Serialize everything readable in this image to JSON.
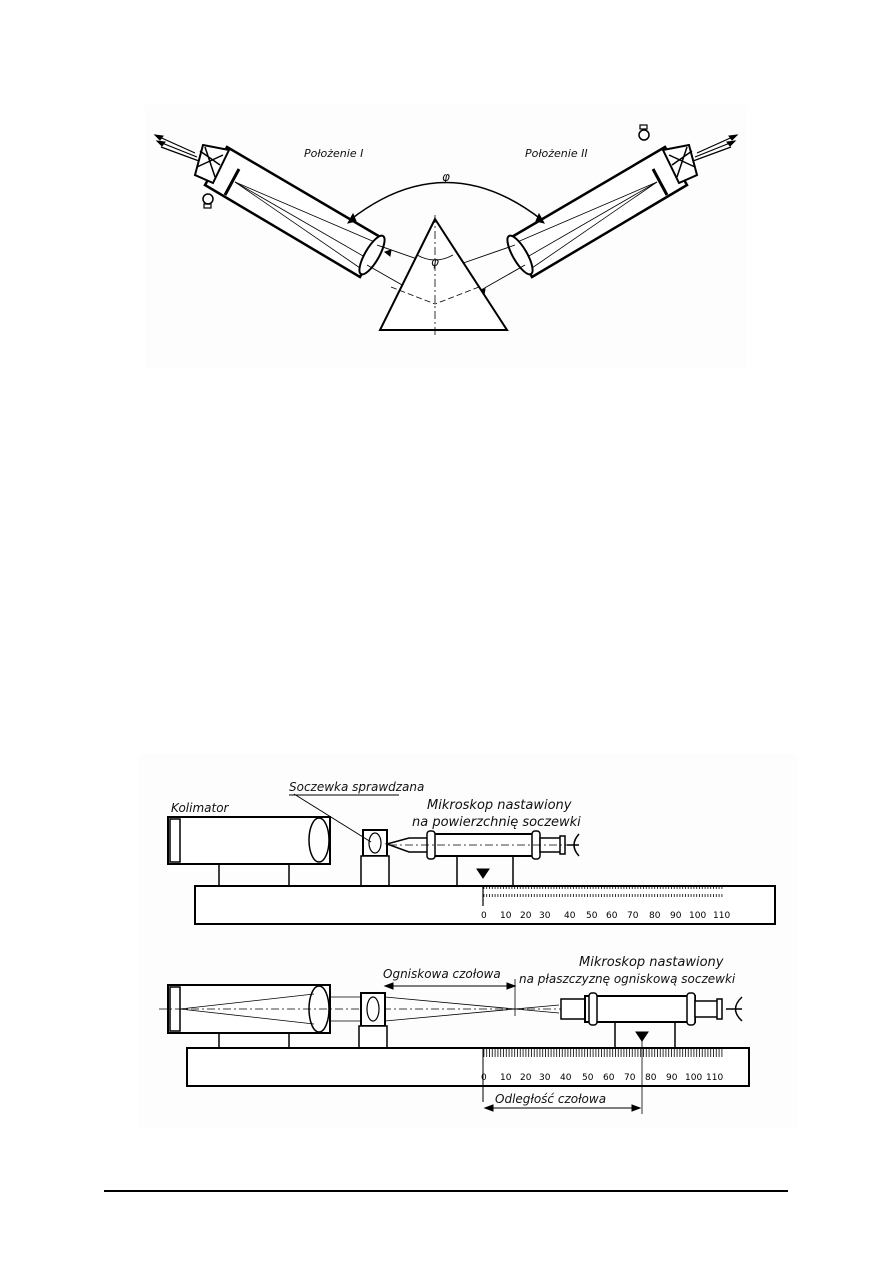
{
  "figure_top": {
    "labels": {
      "position_1": "Położenie I",
      "position_2": "Położenie II",
      "angle_outer": "φ",
      "angle_prism": "φ"
    },
    "components": [
      "autocollimator-telescope-left",
      "autocollimator-telescope-right",
      "prism",
      "bulb-left",
      "bulb-right"
    ]
  },
  "figure_bottom": {
    "labels": {
      "collimator": "Kolimator",
      "tested_lens": "Soczewka sprawdzana",
      "microscope_1_line1": "Mikroskop nastawiony",
      "microscope_1_line2": "na powierzchnię soczewki",
      "front_focal": "Ogniskowa czołowa",
      "microscope_2_line1": "Mikroskop nastawiony",
      "microscope_2_line2": "na płaszczyznę ogniskową soczewki",
      "front_distance": "Odległość czołowa"
    },
    "scale_ticks": [
      "0",
      "10",
      "20",
      "30",
      "40",
      "50",
      "60",
      "70",
      "80",
      "90",
      "100",
      "110"
    ]
  }
}
